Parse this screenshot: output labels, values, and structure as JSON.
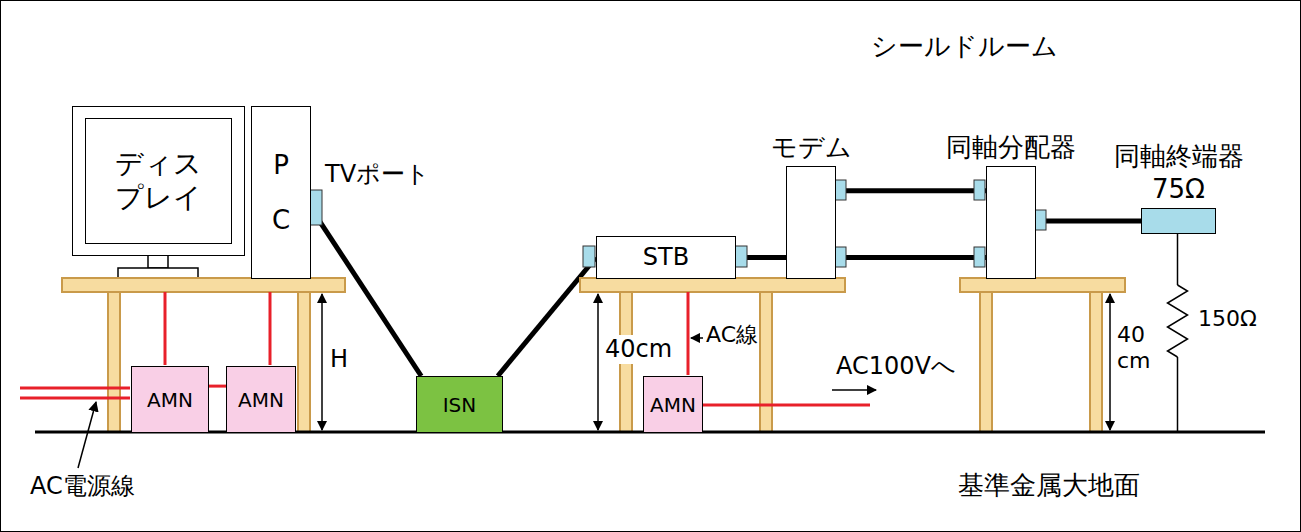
{
  "diagram": {
    "nodes": [
      {
        "text": [
          "シールドルーム"
        ]
      },
      {
        "text": [
          "ディス プレイ"
        ],
        "in": 0
      },
      {
        "text": [
          "P C"
        ],
        "in": 0
      },
      {
        "text": [
          "AMN"
        ],
        "in": 0
      },
      {
        "text": [
          "AMN"
        ],
        "in": 0
      },
      {
        "text": [
          "ISN"
        ],
        "in": 0
      },
      {
        "text": [
          "STB"
        ],
        "in": 0
      },
      {
        "text": [
          "AMN"
        ],
        "in": 0
      },
      {
        "text": [
          "モデム"
        ],
        "in": 0
      },
      {
        "text": [
          "同軸分配器"
        ],
        "in": 0
      },
      {
        "text": [
          "同軸終端器 75Ω"
        ],
        "in": 0
      }
    ],
    "edges": [
      {
        "from": 2,
        "to": 5,
        "arrow": "none"
      },
      {
        "from": 5,
        "to": 6,
        "arrow": "none"
      },
      {
        "from": 6,
        "to": 8,
        "arrow": "none"
      },
      {
        "from": 8,
        "to": 9,
        "arrow": "none"
      },
      {
        "from": 8,
        "to": 9,
        "arrow": "none"
      },
      {
        "from": 9,
        "to": 10,
        "arrow": "none"
      },
      {
        "from": 3,
        "to": 4,
        "arrow": "none"
      }
    ],
    "labels": [
      "TVポート",
      "H",
      "40cm",
      "AC線",
      "AC100Vへ",
      "40 cm",
      "150Ω",
      "AC電源線",
      "基準金属大地面"
    ]
  }
}
